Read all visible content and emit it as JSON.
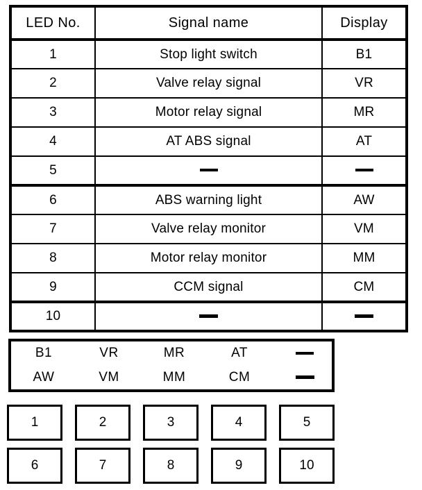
{
  "table": {
    "columns": [
      "LED No.",
      "Signal name",
      "Display"
    ],
    "rows": [
      {
        "no": "1",
        "signal": "Stop light switch",
        "display": "B1",
        "signal_dash": false,
        "display_dash": false
      },
      {
        "no": "2",
        "signal": "Valve relay signal",
        "display": "VR",
        "signal_dash": false,
        "display_dash": false
      },
      {
        "no": "3",
        "signal": "Motor relay signal",
        "display": "MR",
        "signal_dash": false,
        "display_dash": false
      },
      {
        "no": "4",
        "signal": "AT ABS signal",
        "display": "AT",
        "signal_dash": false,
        "display_dash": false
      },
      {
        "no": "5",
        "signal": "—",
        "display": "—",
        "signal_dash": true,
        "display_dash": true
      },
      {
        "no": "6",
        "signal": "ABS warning light",
        "display": "AW",
        "signal_dash": false,
        "display_dash": false
      },
      {
        "no": "7",
        "signal": "Valve relay monitor",
        "display": "VM",
        "signal_dash": false,
        "display_dash": false
      },
      {
        "no": "8",
        "signal": "Motor relay monitor",
        "display": "MM",
        "signal_dash": false,
        "display_dash": false
      },
      {
        "no": "9",
        "signal": "CCM signal",
        "display": "CM",
        "signal_dash": false,
        "display_dash": false
      },
      {
        "no": "10",
        "signal": "—",
        "display": "—",
        "signal_dash": true,
        "display_dash": true
      }
    ]
  },
  "code_panel": {
    "row_top": [
      "B1",
      "VR",
      "MR",
      "AT",
      "—"
    ],
    "row_bottom": [
      "AW",
      "VM",
      "MM",
      "CM",
      "—"
    ]
  },
  "led_boxes": {
    "row_top": [
      "1",
      "2",
      "3",
      "4",
      "5"
    ],
    "row_bottom": [
      "6",
      "7",
      "8",
      "9",
      "10"
    ]
  },
  "colors": {
    "ink": "#000000",
    "paper": "#ffffff"
  }
}
